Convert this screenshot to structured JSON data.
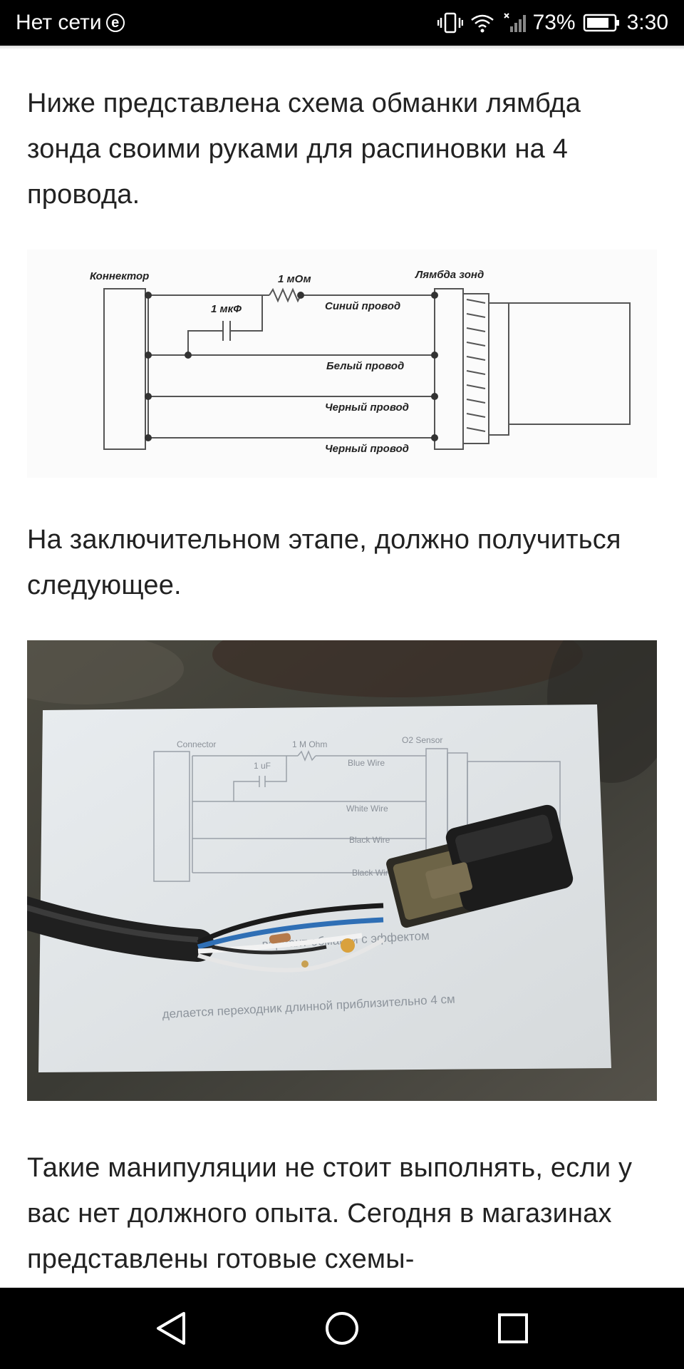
{
  "status_bar": {
    "network": "Нет сети",
    "network_badge": "e",
    "battery": "73%",
    "time": "3:30"
  },
  "article": {
    "para1": "Ниже представлена схема обманки лямбда зонда своими руками для распиновки на 4 провода.",
    "para2": "На заключительном этапе, должно получиться следующее.",
    "para3": "Такие манипуляции не стоит выполнять, если у вас нет должного опыта. Сегодня в магазинах представлены готовые схемы-"
  },
  "diagram": {
    "connector": "Коннектор",
    "resistor": "1 мОм",
    "capacitor": "1 мкФ",
    "sensor": "Лямбда зонд",
    "wire1": "Синий провод",
    "wire2": "Белый провод",
    "wire3": "Черный провод",
    "wire4": "Черный провод"
  },
  "photo": {
    "connector": "Connector",
    "resistor": "1 M Ohm",
    "capacitor": "1 uF",
    "sensor": "O2 Sensor",
    "wire1": "Blue Wire",
    "wire2": "White Wire",
    "wire3": "Black Wire",
    "wire4": "Black Wire",
    "caption1": "вариант обманки с эффектом",
    "caption2": "делается переходник длинной приблизительно 4 см"
  },
  "colors": {
    "status_bg": "#000000",
    "text": "#222222",
    "nav_bg": "#000000"
  },
  "icons": {
    "back": "triangle-back-icon",
    "home": "circle-home-icon",
    "recents": "square-recents-icon"
  }
}
